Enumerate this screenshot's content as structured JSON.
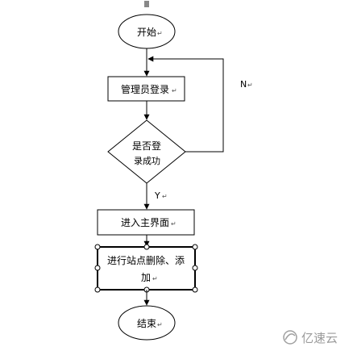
{
  "flowchart": {
    "start_label": "开始",
    "login_label": "管理员登录",
    "decision_line1": "是否登",
    "decision_line2": "录成功",
    "no_label": "N",
    "yes_label": "Y",
    "main_label": "进入主界面",
    "action_line1": "进行站点删除、添",
    "action_line2": "加",
    "end_label": "结束",
    "paragraph_mark": "↵"
  },
  "watermark": {
    "text": "亿速云"
  },
  "colors": {
    "stroke": "#000000",
    "background": "#ffffff",
    "paragraph_mark": "#555555",
    "handle_fill": "#ffffff",
    "watermark_text": "#9a9a9a"
  }
}
